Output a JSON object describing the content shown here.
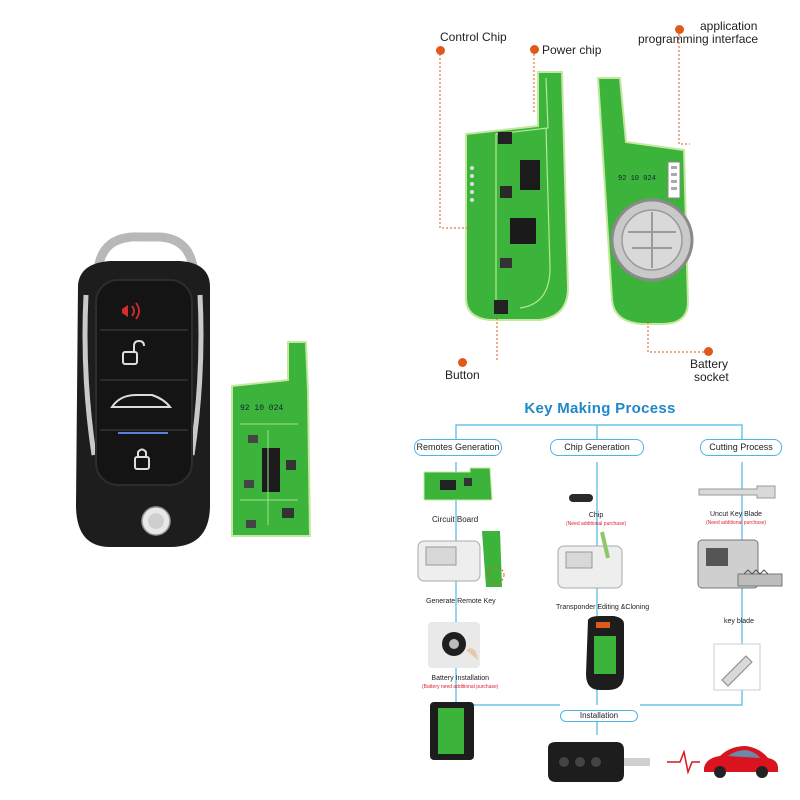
{
  "pcb_labels": {
    "control_chip": "Control Chip",
    "power_chip": "Power chip",
    "api_line1": "application",
    "api_line2": "programming interface",
    "button": "Button",
    "battery_line1": "Battery",
    "battery_line2": "socket"
  },
  "pcb_silkscreen": {
    "front_code": "92 10 024",
    "back_code": "92 10 024"
  },
  "process": {
    "title": "Key Making Process",
    "columns": [
      {
        "label": "Remotes Generation"
      },
      {
        "label": "Chip Generation"
      },
      {
        "label": "Cutting Process"
      }
    ],
    "remotes": {
      "circuit_board": "Circuit Board",
      "generate_remote_key": "Generate Remote Key",
      "battery_installation": "Battery Installation",
      "battery_note": "(Battery need additional purchase)"
    },
    "chip": {
      "chip": "Chip",
      "chip_note": "(Need additional purchase)",
      "transponder": "Transponder Editing &Cloning"
    },
    "cutting": {
      "uncut_blade": "Uncut Key  Blade",
      "uncut_note": "(Need additional purchase)",
      "key_blade": "key blade"
    },
    "installation": "Installation"
  },
  "colors": {
    "pcb_green": "#3cb43c",
    "accent_orange": "#e0591c",
    "flow_blue": "#4fb6e0",
    "title_blue": "#1e88c8",
    "car_red": "#d9141e"
  }
}
